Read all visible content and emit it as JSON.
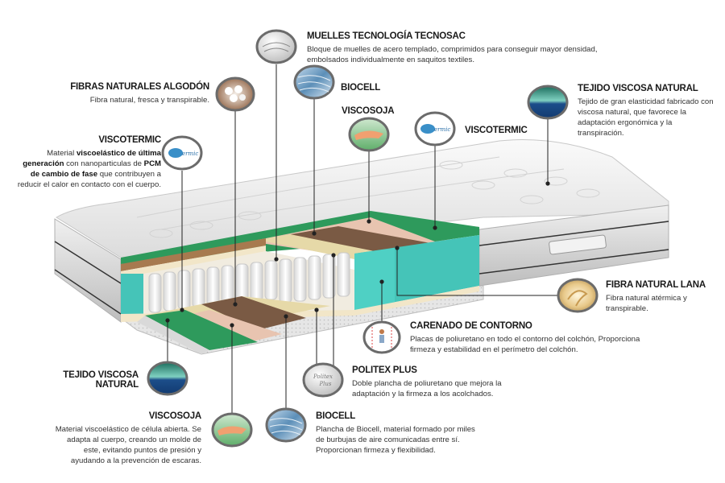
{
  "title": "Mattress layer diagram",
  "labels": {
    "muelles": {
      "title": "MUELLES TECNOLOGÍA TECNOSAC",
      "desc": "Bloque de muelles de acero templado, comprimidos para conseguir mayor densidad, embolsados individualmente en saquitos textiles.",
      "icon": "springs-icon"
    },
    "algodon": {
      "title": "FIBRAS NATURALES ALGODÓN",
      "desc": "Fibra natural, fresca y transpirable.",
      "icon": "cotton-icon"
    },
    "viscotermic_left": {
      "title": "VISCOTERMIC",
      "desc_parts": [
        "Material ",
        "viscoelástico de última generación",
        " con nanoparticulas de ",
        "PCM de cambio de fase",
        " que contribuyen a reducir el calor en contacto con el cuerpo."
      ],
      "icon": "viscotermic-logo-icon"
    },
    "biocell_top": {
      "title": "BIOCELL",
      "icon": "biocell-icon"
    },
    "viscosoja_top": {
      "title": "VISCOSOJA",
      "icon": "hand-foam-icon"
    },
    "viscotermic_top": {
      "title": "VISCOTERMIC",
      "icon": "viscotermic-logo-icon",
      "logo_text": "Viscotermic"
    },
    "tejido_right": {
      "title": "TEJIDO VISCOSA NATURAL",
      "desc": "Tejido de gran elasticidad fabricado con viscosa natural, que favorece la adaptación ergonómica y la transpiración.",
      "icon": "viscose-fabric-icon"
    },
    "lana": {
      "title": "FIBRA NATURAL LANA",
      "desc": "Fibra natural atérmica y transpirable.",
      "icon": "wool-icon"
    },
    "carenado": {
      "title": "CARENADO DE CONTORNO",
      "desc": "Placas de poliuretano en todo el contorno del colchón, Proporciona firmeza y estabilidad en el perímetro del colchón.",
      "icon": "contour-icon"
    },
    "politex": {
      "title": "POLITEX PLUS",
      "desc": "Doble plancha de poliuretano que mejora la adaptación y la firmeza a los acolchados.",
      "icon": "politex-logo-icon",
      "logo_text": "Politex Plus"
    },
    "tejido_left": {
      "title_line1": "TEJIDO VISCOSA",
      "title_line2": "NATURAL",
      "icon": "viscose-fabric-icon"
    },
    "viscosoja_bottom": {
      "title": "VISCOSOJA",
      "desc": "Material viscoelástico de célula abierta. Se adapta al cuerpo, creando un molde de este, evitando puntos de presión y ayudando a la prevención de escaras.",
      "icon": "hand-foam-icon"
    },
    "biocell_bottom": {
      "title": "BIOCELL",
      "desc": "Plancha de Biocell, material formado por miles de burbujas de aire comunicadas entre sí. Proporcionan firmeza y flexibilidad.",
      "icon": "biocell-icon"
    }
  },
  "colors": {
    "green_foam": "#2e9a5c",
    "teal_foam": "#45c4b8",
    "coco": "#7a5a44",
    "pink_foam": "#e8c4b0",
    "beige": "#e6d9a8",
    "cream": "#f2e6c8",
    "fabric": "#e8e8e8"
  }
}
